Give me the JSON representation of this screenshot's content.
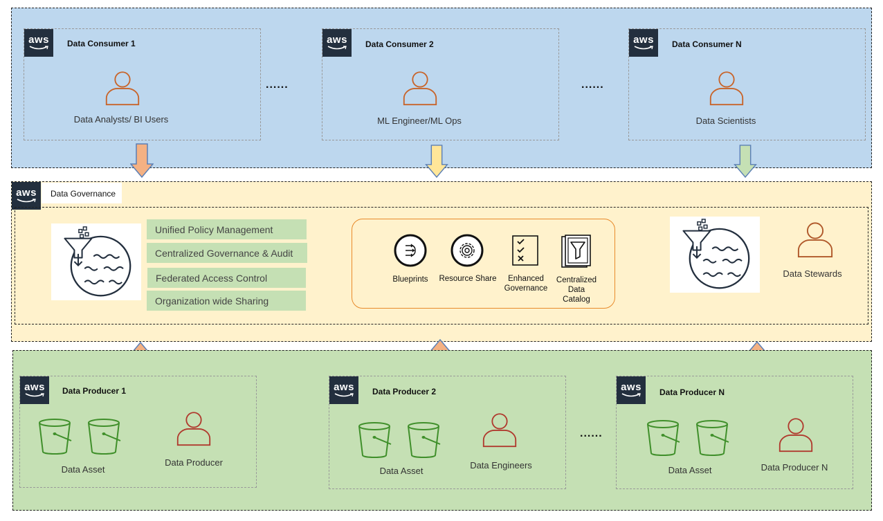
{
  "consumers": {
    "accounts": [
      {
        "aws_logo": "aws",
        "title": "Data Consumer 1",
        "person_label": "Data Analysts/ BI Users",
        "icon": "user-icon"
      },
      {
        "aws_logo": "aws",
        "title": "Data Consumer 2",
        "person_label": "ML Engineer/ML Ops",
        "icon": "user-icon"
      },
      {
        "aws_logo": "aws",
        "title": "Data Consumer N",
        "person_label": "Data Scientists",
        "icon": "user-icon"
      }
    ],
    "ellipsis": "......"
  },
  "governance": {
    "aws_logo": "aws",
    "title": "Data Governance",
    "capabilities": [
      "Unified Policy Management",
      "Centralized  Governance & Audit",
      "Federated Access Control",
      "Organization wide Sharing"
    ],
    "services": [
      {
        "label": "Blueprints",
        "icon": "blueprints-icon"
      },
      {
        "label": "Resource Share",
        "icon": "resource-share-icon"
      },
      {
        "label_lines": [
          "Enhanced",
          "Governance"
        ],
        "icon": "checklist-icon"
      },
      {
        "label_lines": [
          "Centralized",
          "Data",
          "Catalog"
        ],
        "icon": "data-catalog-icon"
      }
    ],
    "stewards_label": "Data Stewards"
  },
  "producers": {
    "accounts": [
      {
        "aws_logo": "aws",
        "title": "Data Producer 1",
        "asset_label": "Data Asset",
        "person_label": "Data Producer"
      },
      {
        "aws_logo": "aws",
        "title": "Data Producer 2",
        "asset_label": "Data Asset",
        "person_label": "Data Engineers"
      },
      {
        "aws_logo": "aws",
        "title": "Data Producer N",
        "asset_label": "Data Asset",
        "person_label": "Data Producer N"
      }
    ],
    "ellipsis": "......"
  },
  "colors": {
    "consumer_band": "#bdd7ee",
    "governance_band": "#fff2cc",
    "producer_band": "#c5e0b4",
    "consumer_person": "#c8642a",
    "producer_person": "#b03a2e",
    "bucket": "#3f8f2a",
    "arrow_peach": "#f4b183",
    "arrow_yellow": "#ffe699",
    "arrow_green": "#c5e0b4",
    "arrow_outline": "#5b7fb5",
    "service_border": "#e88a2a"
  }
}
